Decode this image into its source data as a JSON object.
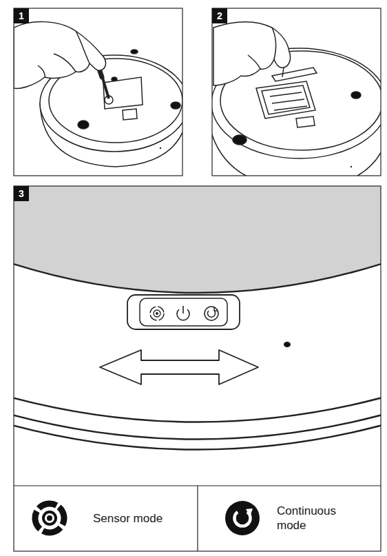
{
  "diagram": {
    "labels": [
      "1",
      "2",
      "3"
    ],
    "legend": [
      {
        "text": "Sensor mode"
      },
      {
        "text": "Continuous mode"
      }
    ]
  }
}
